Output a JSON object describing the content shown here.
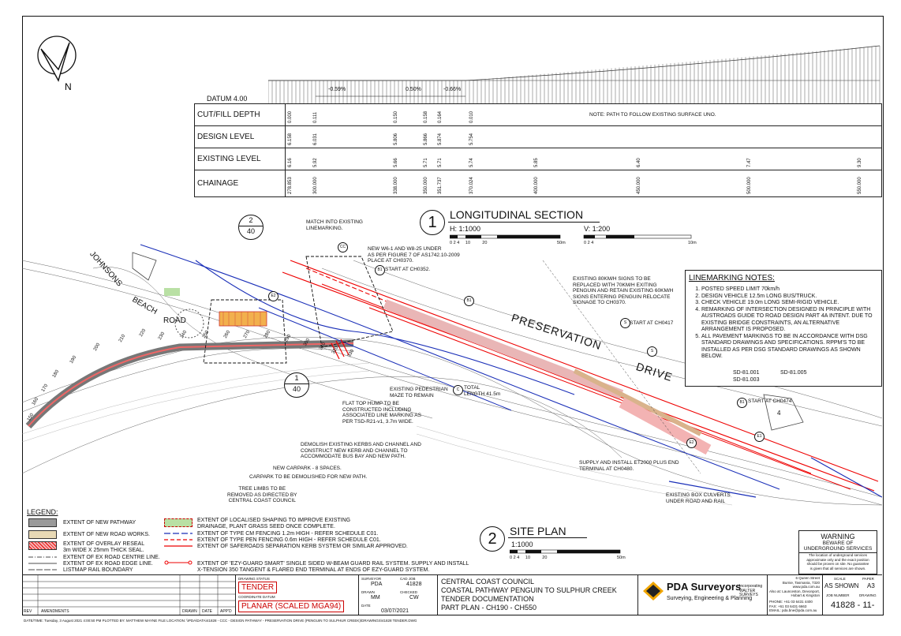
{
  "long_section": {
    "datum": "DATUM 4.00",
    "grades": [
      "-0.59%",
      "0.50%",
      "-0.66%"
    ],
    "rows": [
      "CUT/FILL DEPTH",
      "DESIGN LEVEL",
      "EXISTING LEVEL",
      "CHAINAGE"
    ],
    "note": "NOTE: PATH TO FOLLOW EXISTING SURFACE UNO.",
    "cutfill": [
      "0.000",
      "0.111",
      "0.150",
      "0.158",
      "0.164",
      "0.010"
    ],
    "design": [
      "6.158",
      "6.031",
      "5.806",
      "5.866",
      "5.874",
      "5.754"
    ],
    "existing": [
      "6.16",
      "5.92",
      "5.66",
      "5.71",
      "5.71",
      "5.74",
      "5.85",
      "6.40",
      "7.47",
      "9.30"
    ],
    "chainage": [
      "278.853",
      "300.000",
      "338.000",
      "350.000",
      "351.737",
      "370.024",
      "400.000",
      "450.000",
      "500.000",
      "550.000"
    ]
  },
  "sections": {
    "ls_num": "1",
    "ls_title": "LONGITUDINAL SECTION",
    "ls_h": "H: 1:1000",
    "ls_v": "V: 1:200",
    "ls_scale_h": [
      "0",
      "2",
      "4",
      "10",
      "20",
      "50m"
    ],
    "ls_scale_v": [
      "0",
      "2",
      "4",
      "10m"
    ],
    "sp_num": "2",
    "sp_title": "SITE PLAN",
    "sp_scale": "1:1000",
    "sp_scale_ticks": [
      "0",
      "2",
      "4",
      "10",
      "20",
      "50m"
    ]
  },
  "map": {
    "north": "N",
    "roads": [
      "JOHNSONS",
      "BEACH",
      "ROAD",
      "PRESERVATION",
      "DRIVE"
    ],
    "chainages": [
      "150",
      "160",
      "170",
      "180",
      "190",
      "200",
      "210",
      "220",
      "230",
      "240",
      "250",
      "260",
      "270",
      "280",
      "290",
      "300",
      "310",
      "320",
      "330"
    ],
    "detail_ref_a": [
      "2",
      "40"
    ],
    "detail_ref_b": [
      "1",
      "40"
    ],
    "markers": [
      "CC",
      "B1",
      "B1",
      "B1",
      "S",
      "S",
      "C",
      "E2",
      "E2",
      "E1",
      "4",
      "B1"
    ],
    "callouts": {
      "c1": "MATCH INTO EXISTING\nLINEMARKING.",
      "c2": "NEW W6-1 AND W8-25 UNDER\nAS PER FIGURE 7 OF AS1742.10-2009\nPLACE AT CH0370.",
      "c3": "START AT CH0352.",
      "c4": "EXISTING 80KM/H SIGNS TO BE\nREPLACED WITH 70KM/H EXITING\nPENGUIN AND RETAIN EXISTING 60KM/H\nSIGNS ENTERING PENGUIN RELOCATE\nSIGNAGE TO CH0370.",
      "c5": "START AT CH0417",
      "c6": "EXISTING PEDESTRIAN\nMAZE TO REMAIN",
      "c7": "TOTAL\nLENGTH 41.5m",
      "c8": "FLAT TOP HUMP TO BE\nCONSTRUCTED INCLUDING\nASSOCIATED LINE MARKING AS\nPER TSD-R21-v1, 3.7m WIDE.",
      "c9": "DEMOLISH EXISTING KERBS AND CHANNEL AND\nCONSTRUCT NEW KERB AND CHANNEL TO\nACCOMMODATE BUS BAY AND NEW PATH.",
      "c10": "NEW CARPARK - 8 SPACES.",
      "c11": "CARPARK TO BE DEMOLISHED FOR NEW PATH.",
      "c12": "TREE LIMBS TO BE\nREMOVED AS DIRECTED BY\nCENTRAL COAST COUNCIL",
      "c13": "SUPPLY AND INSTALL ET2000 PLUS END\nTERMINAL AT CH0480.",
      "c14": "EXISTING BOX CULVERTS\nUNDER ROAD AND RAIL",
      "c15": "START AT CH0474"
    }
  },
  "linemarking": {
    "title": "LINEMARKING NOTES:",
    "items": [
      "POSTED SPEED LIMIT 70km/h",
      "DESIGN VEHICLE 12.5m LONG BUS/TRUCK.",
      "CHECK VEHICLE 19.0m LONG SEMI-RIGID VEHICLE.",
      "REMARKING OF INTERSECTION DESIGNED IN PRINCIPLE WITH AUSTROADS GUIDE TO ROAD DESIGN PART 4A INTENT. DUE TO EXISTING BRIDGE CONSTRAINTS, AN ALTERNATIVE ARRANGEMENT IS PROPOSED.",
      "ALL PAVEMENT MARKINGS TO BE IN ACCORDANCE WITH DSG STANDARD DRAWINGS AND SPECIFICATIONS. RPPM'S TO BE INSTALLED AS PER DSG STANDARD DRAWINGS AS SHOWN BELOW."
    ],
    "refs": [
      "SD-81.001",
      "SD-81.005",
      "SD-81.003"
    ]
  },
  "legend": {
    "title": "LEGEND:",
    "items": [
      "EXTENT OF NEW PATHWAY",
      "EXTENT OF NEW ROAD WORKS.",
      "EXTENT OF OVERLAY RESEAL\n3m WIDE X 25mm THICK SEAL.",
      "EXTENT OF EX ROAD CENTRE LINE.",
      "EXTENT OF EX ROAD EDGE LINE.",
      "LISTMAP RAIL BOUNDARY",
      "EXTENT OF LOCALISED SHAPING TO IMPROVE EXISTING\nDRAINAGE, PLANT GRASS SEED ONCE COMPLETE.",
      "EXTENT OF TYPE CM FENCING 1.2m HIGH - REFER SCHEDULE C01.",
      "EXTENT OF TYPE PEN FENCING 0.6m HIGH - REFER SCHEDULE C01.",
      "EXTENT OF SAFEROADS SEPARATION KERB SYSTEM OR SIMILAR APPROVED.",
      "EXTENT OF 'EZY-GUARD SMART' SINGLE SIDED W-BEAM GUARD RAIL SYSTEM. SUPPLY AND INSTALL\nX-TENSION 350 TANGENT & FLARED END TERMINAL AT ENDS OF EZY-GUARD SYSTEM."
    ],
    "colors": {
      "pathway": "#9a9a9a",
      "roadworks": "#e8d9b5",
      "overlay": "#f3b3b3",
      "drainage": "#b9e0a4",
      "red": "#e00000",
      "blue": "#1a2fb8"
    }
  },
  "warning": {
    "title": "WARNING",
    "sub": "BEWARE OF\nUNDERGROUND SERVICES",
    "body": "The location of underground services\napproximate only and the exact position\nshould be proven on site. No guarantee\nis given that all services are shown."
  },
  "titleblock": {
    "rev_header": [
      "REV",
      "AMENDMENTS",
      "DRAWN",
      "DATE",
      "APP'D"
    ],
    "drawing_status_label": "DRAWING STATUS",
    "drawing_status": "TENDER",
    "coord_label": "COORDINATE DATUM",
    "coord": "PLANAR (SCALED MGA94)",
    "surveyor_label": "SURVEYOR",
    "surveyor": "PDA",
    "cadjob_label": "CAD JOB",
    "cadjob": "41828",
    "drawn_label": "DRAWN",
    "drawn": "MM",
    "checked_label": "CHECKED",
    "checked": "CW",
    "date_label": "DATE",
    "date": "03/07/2021",
    "client": "CENTRAL COAST COUNCIL",
    "project": "COASTAL PATHWAY PENGUIN TO SULPHUR CREEK",
    "doc": "TENDER DOCUMENTATION",
    "part": "PART PLAN - CH190 - CH550",
    "company": "PDA Surveyors",
    "company_sub": "Surveying, Engineering & Planning",
    "assoc": "Incorporating WALTER SURVEYS",
    "address": "6 Queen Street\nBurnie, Tasmania, 7320\nwww.pda.com.au\nAlso at: Launceston, Devonport,\nHobart & Kingston",
    "contact": "PHONE: +61 03 6431 4400\nFAX: +61 03 6431 6663\nEMAIL: pda.bne@pda.com.au",
    "scale_label": "SCALE",
    "scale": "AS SHOWN",
    "paper_label": "PAPER",
    "paper": "A3",
    "jobno_label": "JOB NUMBER",
    "drawing_label": "DRAWING",
    "jobno": "41828 - 11-"
  },
  "footer": "DATE/TIME: Tuesday, 3 August 2021 4:00:50 PM     PLOTTED BY: MATTHEW MAYNE     FILE LOCATION: \\\\PDA\\DATA\\41828 - CCC - DESIGN PATHWAY - PRESERVATION DRIVE (PENGUIN TO SULPHUR CREEK)\\DRAWINGS\\41828 TENDER.DWG"
}
